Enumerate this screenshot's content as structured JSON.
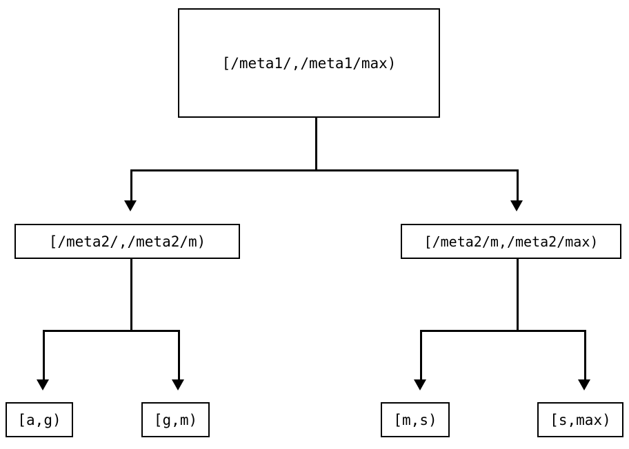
{
  "diagram": {
    "type": "binary-partition-tree",
    "title": "",
    "background_color": "#ffffff",
    "stroke_color": "#000000",
    "text_color": "#000000",
    "nodes": {
      "root": {
        "label": "[/meta1/,/meta1/max)"
      },
      "level2": [
        {
          "label": "[/meta2/,/meta2/m)"
        },
        {
          "label": "[/meta2/m,/meta2/max)"
        }
      ],
      "leaves": [
        {
          "label": "[a,g)"
        },
        {
          "label": "[g,m)"
        },
        {
          "label": "[m,s)"
        },
        {
          "label": "[s,max)"
        }
      ]
    }
  }
}
